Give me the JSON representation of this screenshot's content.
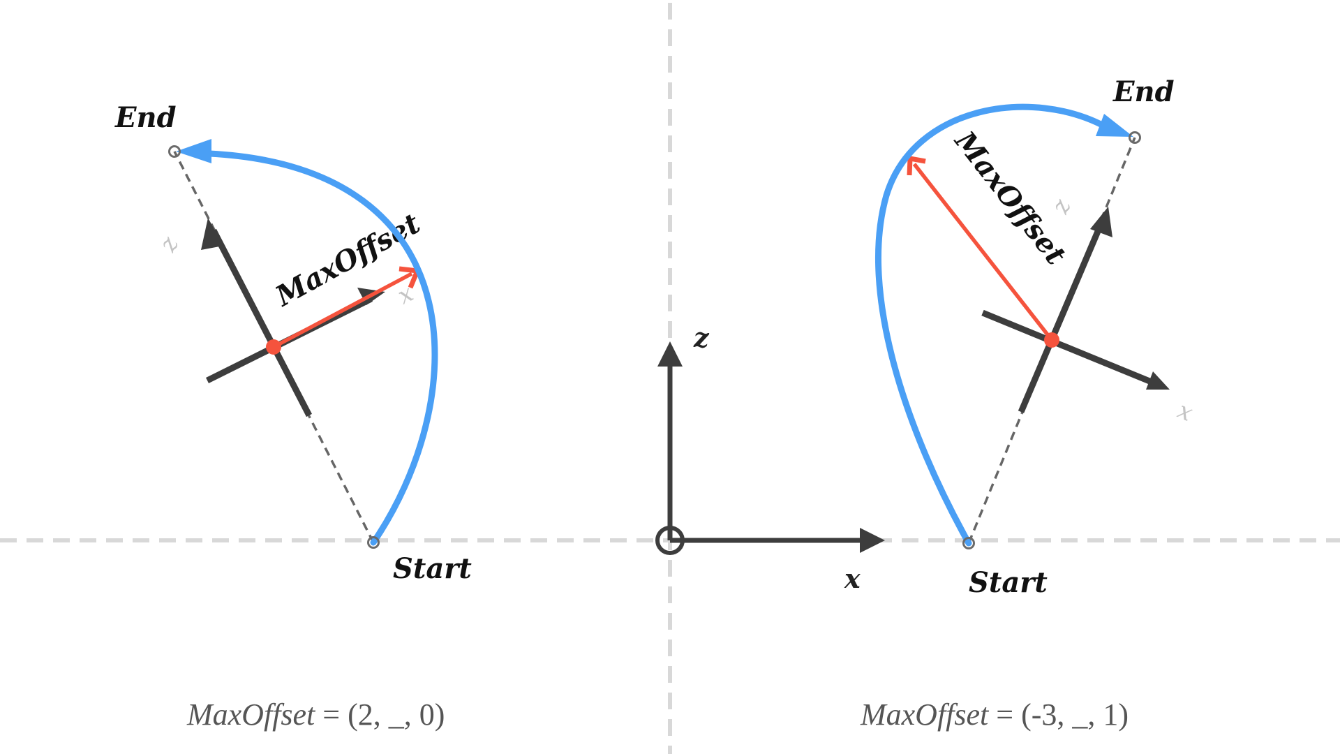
{
  "colors": {
    "trajectory": "#4a9ff5",
    "max_offset": "#f5533d",
    "axis": "#3d3d3d",
    "guide": "#d8d8d8",
    "ghost_label": "#c4c4c4",
    "caption": "#555555"
  },
  "world_axes": {
    "x_label": "x",
    "z_label": "z"
  },
  "left_panel": {
    "start_label": "Start",
    "end_label": "End",
    "offset_label": "MaxOffset",
    "local_x_label": "x",
    "local_z_label": "z",
    "caption_name": "MaxOffset",
    "caption_value": " = (2, _, 0)",
    "max_offset": [
      2,
      null,
      0
    ]
  },
  "right_panel": {
    "start_label": "Start",
    "end_label": "End",
    "offset_label": "MaxOffset",
    "local_x_label": "x",
    "local_z_label": "z",
    "caption_name": "MaxOffset",
    "caption_value": " = (-3, _, 1)",
    "max_offset": [
      -3,
      null,
      1
    ]
  }
}
